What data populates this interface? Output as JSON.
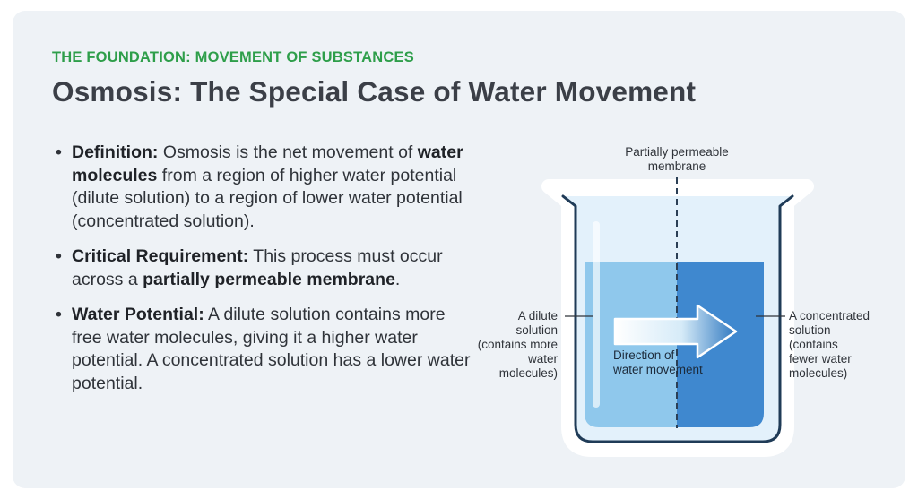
{
  "header": {
    "eyebrow": "THE FOUNDATION: MOVEMENT OF SUBSTANCES",
    "title": "Osmosis: The Special Case of Water Movement"
  },
  "bullets": [
    {
      "term": "Definition:",
      "parts": [
        {
          "text": " Osmosis is the net movement of ",
          "bold": false
        },
        {
          "text": "water molecules",
          "bold": true
        },
        {
          "text": " from a region of higher water potential (dilute solution) to a region of lower water potential (concentrated solution).",
          "bold": false
        }
      ]
    },
    {
      "term": "Critical Requirement:",
      "parts": [
        {
          "text": " This process must occur across a ",
          "bold": false
        },
        {
          "text": "partially permeable membrane",
          "bold": true
        },
        {
          "text": ".",
          "bold": false
        }
      ]
    },
    {
      "term": "Water Potential:",
      "parts": [
        {
          "text": " A dilute solution contains more free water molecules, giving it a higher water potential. A concentrated solution has a lower water potential.",
          "bold": false
        }
      ]
    }
  ],
  "diagram": {
    "membrane_label": [
      "Partially permeable",
      "membrane"
    ],
    "dilute_label": [
      "A dilute",
      "solution",
      "(contains more",
      "water",
      "molecules)"
    ],
    "concentrated_label": [
      "A concentrated",
      "solution",
      "(contains",
      "fewer water",
      "molecules)"
    ],
    "direction_label": [
      "Direction of",
      "water movement"
    ],
    "colors": {
      "dilute": "#8fc8ec",
      "concentrated": "#3f88cf",
      "beaker_outline": "#1f3b57",
      "beaker_glass": "#e3f1fb"
    }
  }
}
